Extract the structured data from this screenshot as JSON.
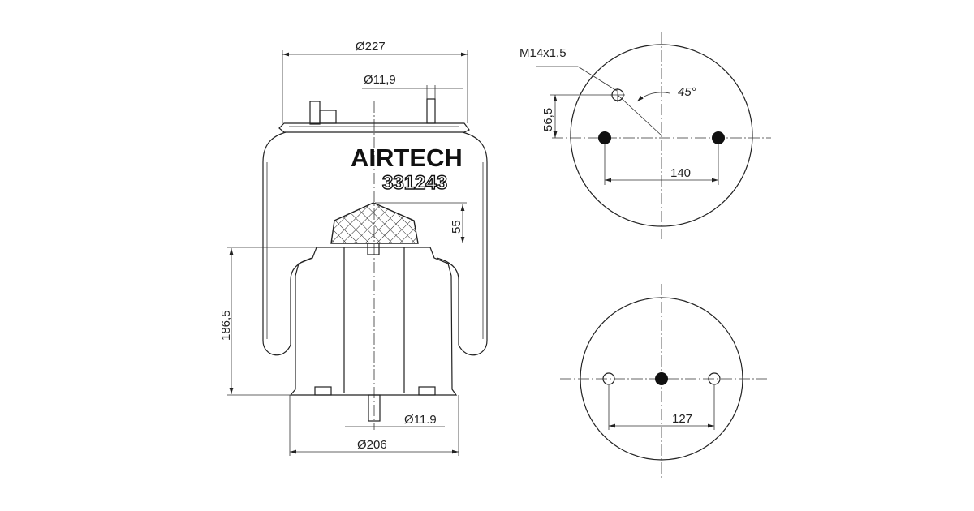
{
  "side_view": {
    "brand": "AIRTECH",
    "part_number": "331243",
    "dim_top_diameter": "Ø227",
    "dim_top_stud": "Ø11,9",
    "dim_bumper_height": "55",
    "dim_piston_height": "186,5",
    "dim_bottom_stud": "Ø11.9",
    "dim_bottom_diameter": "Ø206"
  },
  "top_plate_view": {
    "dim_thread": "M14x1,5",
    "dim_offset": "56,5",
    "dim_angle": "45°",
    "dim_stud_spacing": "140"
  },
  "bottom_plate_view": {
    "dim_hole_spacing": "127"
  }
}
